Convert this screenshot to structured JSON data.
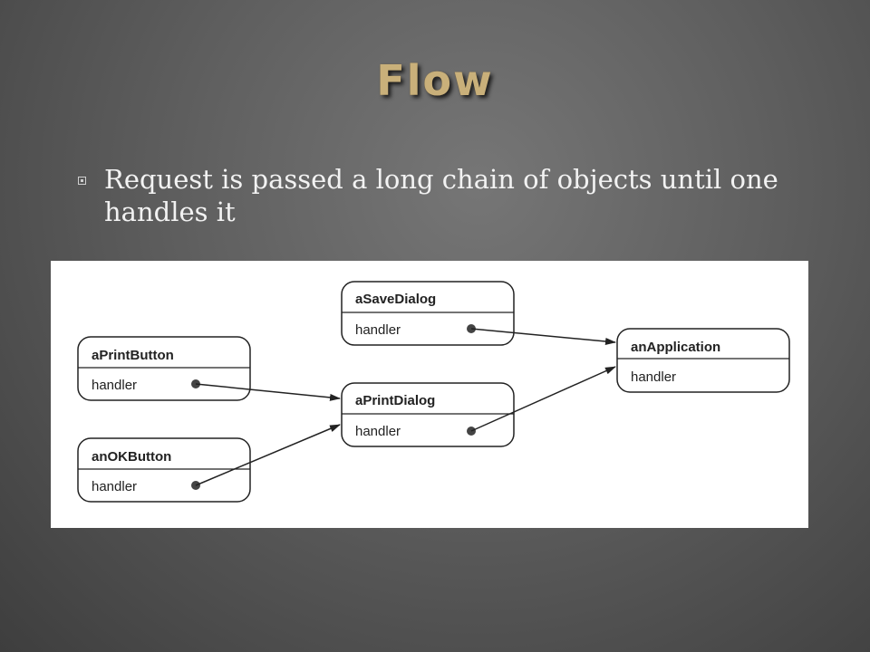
{
  "slide": {
    "title": "Flow",
    "bullets": [
      "Request is passed a long chain of objects until one handles it"
    ]
  },
  "diagram": {
    "objects": [
      {
        "id": "aSaveDialog",
        "name": "aSaveDialog",
        "field": "handler"
      },
      {
        "id": "aPrintButton",
        "name": "aPrintButton",
        "field": "handler"
      },
      {
        "id": "aPrintDialog",
        "name": "aPrintDialog",
        "field": "handler"
      },
      {
        "id": "anOKButton",
        "name": "anOKButton",
        "field": "handler"
      },
      {
        "id": "anApplication",
        "name": "anApplication",
        "field": "handler"
      }
    ],
    "links": [
      {
        "from": "aSaveDialog",
        "to": "anApplication"
      },
      {
        "from": "aPrintButton",
        "to": "aPrintDialog"
      },
      {
        "from": "anOKButton",
        "to": "aPrintDialog"
      },
      {
        "from": "aPrintDialog",
        "to": "anApplication"
      }
    ]
  }
}
